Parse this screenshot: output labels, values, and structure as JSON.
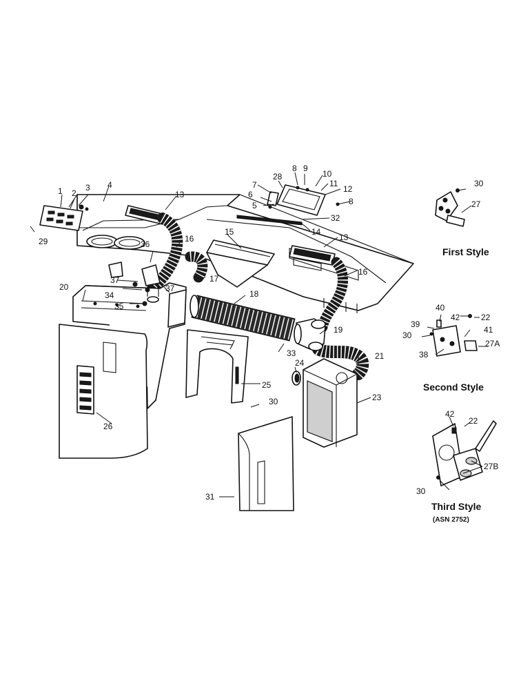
{
  "callouts": {
    "c1": "1",
    "c2": "2",
    "c3": "3",
    "c4": "4",
    "c5": "5",
    "c6": "6",
    "c7": "7",
    "c8a": "8",
    "c8b": "8",
    "c9": "9",
    "c10": "10",
    "c11": "11",
    "c12": "12",
    "c13a": "13",
    "c13b": "13",
    "c14": "14",
    "c15": "15",
    "c16a": "16",
    "c16b": "16",
    "c17": "17",
    "c18": "18",
    "c19": "19",
    "c20": "20",
    "c21": "21",
    "c22a": "22",
    "c22b": "22",
    "c23": "23",
    "c24": "24",
    "c25": "25",
    "c26": "26",
    "c27": "27",
    "c27a": "27A",
    "c27b": "27B",
    "c28": "28",
    "c29": "29",
    "c30a": "30",
    "c30b": "30",
    "c30c": "30",
    "c30d": "30",
    "c31": "31",
    "c32": "32",
    "c33": "33",
    "c34": "34",
    "c35": "35",
    "c36": "36",
    "c37a": "37",
    "c37b": "37",
    "c38": "38",
    "c39": "39",
    "c40": "40",
    "c41": "41",
    "c42a": "42",
    "c42b": "42"
  },
  "styles": {
    "first": "First Style",
    "second": "Second Style",
    "third": "Third Style",
    "third_note": "(ASN 2752)"
  }
}
